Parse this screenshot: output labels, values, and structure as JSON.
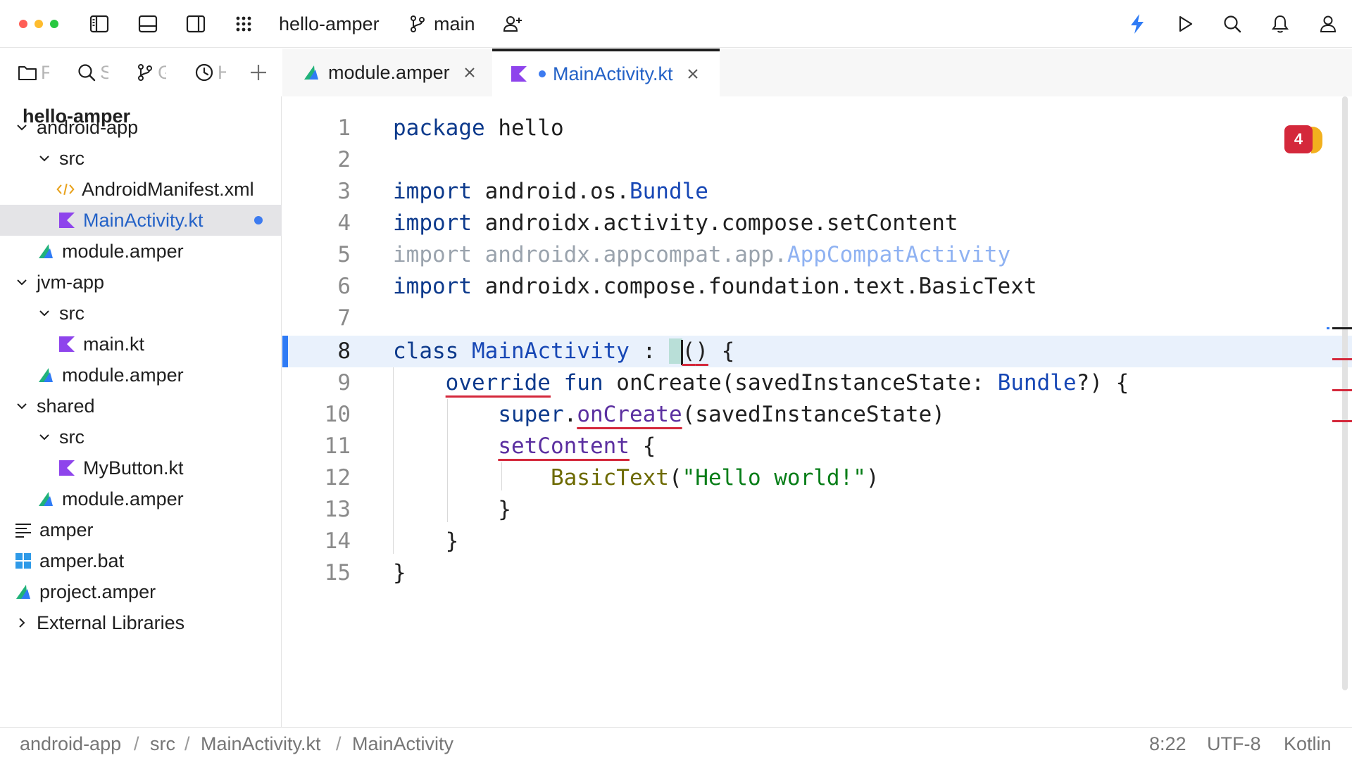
{
  "toolbar": {
    "project_name": "hello-amper",
    "branch": "main",
    "icons": [
      "sidebar-left-icon",
      "panel-bottom-icon",
      "sidebar-right-icon",
      "grid-icon",
      "branch-icon",
      "add-user-icon",
      "lightning-icon",
      "run-icon",
      "search-icon",
      "bell-icon",
      "user-icon"
    ]
  },
  "tool_tabs": [
    {
      "icon": "folder-icon",
      "stub": "F"
    },
    {
      "icon": "search-icon",
      "stub": "S"
    },
    {
      "icon": "branch-icon",
      "stub": "G"
    },
    {
      "icon": "clock-icon",
      "stub": "H"
    }
  ],
  "project_tree": {
    "root": "hello-amper",
    "items": [
      {
        "label": "android-app",
        "icon": "chevron-down"
      },
      {
        "label": "src",
        "icon": "chevron-down"
      },
      {
        "label": "AndroidManifest.xml",
        "icon": "xml-icon"
      },
      {
        "label": "MainActivity.kt",
        "icon": "kotlin-icon",
        "modified": true,
        "selected": true
      },
      {
        "label": "module.amper",
        "icon": "amper-icon"
      },
      {
        "label": "jvm-app",
        "icon": "chevron-down"
      },
      {
        "label": "src",
        "icon": "chevron-down"
      },
      {
        "label": "main.kt",
        "icon": "kotlin-icon"
      },
      {
        "label": "module.amper",
        "icon": "amper-icon"
      },
      {
        "label": "shared",
        "icon": "chevron-down"
      },
      {
        "label": "src",
        "icon": "chevron-down"
      },
      {
        "label": "MyButton.kt",
        "icon": "kotlin-icon"
      },
      {
        "label": "module.amper",
        "icon": "amper-icon"
      },
      {
        "label": "amper",
        "icon": "text-file-icon"
      },
      {
        "label": "amper.bat",
        "icon": "windows-icon"
      },
      {
        "label": "project.amper",
        "icon": "amper-icon"
      },
      {
        "label": "External Libraries",
        "icon": "chevron-right"
      }
    ]
  },
  "editor_tabs": [
    {
      "label": "module.amper",
      "icon": "amper-icon",
      "active": false,
      "modified": false
    },
    {
      "label": "MainActivity.kt",
      "icon": "kotlin-icon",
      "active": true,
      "modified": true
    }
  ],
  "code": {
    "lines": [
      "package hello",
      "",
      "import android.os.Bundle",
      "import androidx.activity.compose.setContent",
      "import androidx.appcompat.app.AppCompatActivity",
      "import androidx.compose.foundation.text.BasicText",
      "",
      "class MainActivity : () {",
      "    override fun onCreate(savedInstanceState: Bundle?) {",
      "        super.onCreate(savedInstanceState)",
      "        setContent {",
      "            BasicText(\"Hello world!\")",
      "        }",
      "    }",
      "}"
    ],
    "line_numbers": [
      "1",
      "2",
      "3",
      "4",
      "5",
      "6",
      "7",
      "8",
      "9",
      "10",
      "11",
      "12",
      "13",
      "14",
      "15"
    ],
    "current_line": 8,
    "error_count": "4"
  },
  "statusbar": {
    "breadcrumbs": [
      "android-app",
      "src",
      "MainActivity.kt",
      "MainActivity"
    ],
    "separator": "/",
    "position": "8:22",
    "encoding": "UTF-8",
    "language": "Kotlin"
  },
  "colors": {
    "accent_blue": "#2462c7",
    "error_red": "#d4283b",
    "caret_line": "#e9f1fc",
    "kotlin_purple": "#8e44ec",
    "amper_green": "#20b27a"
  }
}
